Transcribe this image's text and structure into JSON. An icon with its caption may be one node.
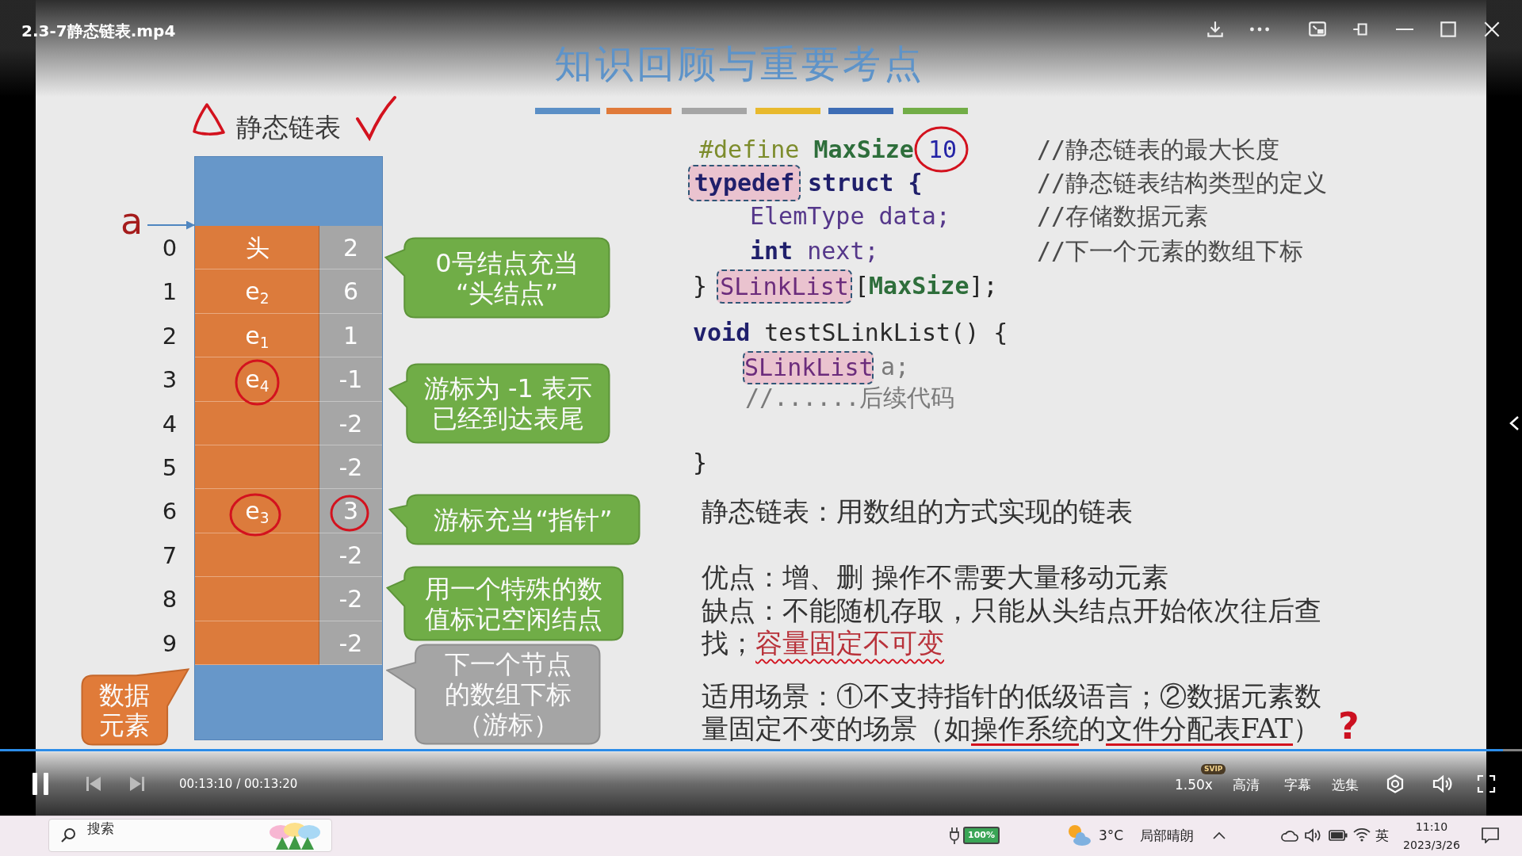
{
  "diagram": {
    "title": "知识回顾与重要考点",
    "nodes": [
      {
        "text": [
          "a"
        ]
      },
      {
        "text": [],
        "shape": "box"
      },
      {
        "text": [
          "头"
        ],
        "in": 1
      },
      {
        "text": [
          "2"
        ],
        "in": 1
      },
      {
        "text": [
          "e$_{2}$"
        ],
        "in": 1
      },
      {
        "text": [
          "6"
        ],
        "in": 1
      },
      {
        "text": [
          "e$_{1}$"
        ],
        "in": 1
      },
      {
        "text": [
          "1"
        ],
        "in": 1
      },
      {
        "text": [
          "e$_{4}$"
        ],
        "in": 1
      },
      {
        "text": [
          "-1"
        ],
        "in": 1
      },
      {
        "text": [],
        "shape": "box",
        "in": 1
      },
      {
        "text": [
          "-2"
        ],
        "in": 1
      },
      {
        "text": [],
        "shape": "box",
        "in": 1
      },
      {
        "text": [
          "-2"
        ],
        "in": 1
      },
      {
        "text": [
          "e$_{3}$"
        ],
        "in": 1
      },
      {
        "text": [
          "3"
        ],
        "in": 1
      },
      {
        "text": [],
        "shape": "box",
        "in": 1
      },
      {
        "text": [
          "-2"
        ],
        "in": 1
      },
      {
        "text": [],
        "shape": "box",
        "in": 1
      },
      {
        "text": [
          "-2"
        ],
        "in": 1
      },
      {
        "text": [],
        "shape": "box",
        "in": 1
      },
      {
        "text": [
          "-2"
        ],
        "in": 1
      },
      {
        "text": [
          "0号结点充当“头结点”"
        ]
      },
      {
        "text": [
          "游标为 -1 表示已经到达表尾"
        ]
      },
      {
        "text": [
          "游标充当“指针”"
        ]
      },
      {
        "text": [
          "用一个特殊的数值标记空闲结点"
        ]
      },
      {
        "text": [
          "数据元素"
        ]
      },
      {
        "text": [
          "下一个节点的数组下标（游标）"
        ]
      },
      {
        "text": [
          "typedef"
        ]
      },
      {
        "text": [
          "SLinkList"
        ]
      },
      {
        "text": [
          "SLinkList"
        ]
      }
    ],
    "edges": [
      {
        "from": 0,
        "to": 1,
        "arrow": "to"
      }
    ],
    "labels": [
      "2.3-7静态链表.mp4",
      "静态链表",
      "0",
      "1",
      "2",
      "3",
      "4",
      "5",
      "6",
      "7",
      "8",
      "9",
      "#define **MaxSize**",
      "10",
      "//静态链表的最大长度",
      "struct {",
      "//静态链表结构类型的定义",
      "ElemType data;",
      "//存储数据元素",
      "**int** next;",
      "//下一个元素的数组下标",
      "}",
      "[**MaxSize**];",
      "**void** testSLinkList() {",
      "a;",
      "//......后续代码",
      "}",
      "静态链表：用数组的方式实现的链表",
      "优点：增、删 操作不需要大量移动元素",
      "缺点：不能随机存取，只能从头结点开始依次往后查找；容量固定不可变",
      "适用场景：①不支持指针的低级语言；②数据元素数量固定不变的场景（如操作系统的文件分配表FAT）",
      "?",
      "00:13:10 / 00:13:20",
      "SVIP",
      "1.50x",
      "高清",
      "字幕",
      "选集",
      "搜索",
      "100%",
      "3°C",
      "局部晴朗",
      "英",
      "11:10",
      "2023/3/26"
    ]
  }
}
